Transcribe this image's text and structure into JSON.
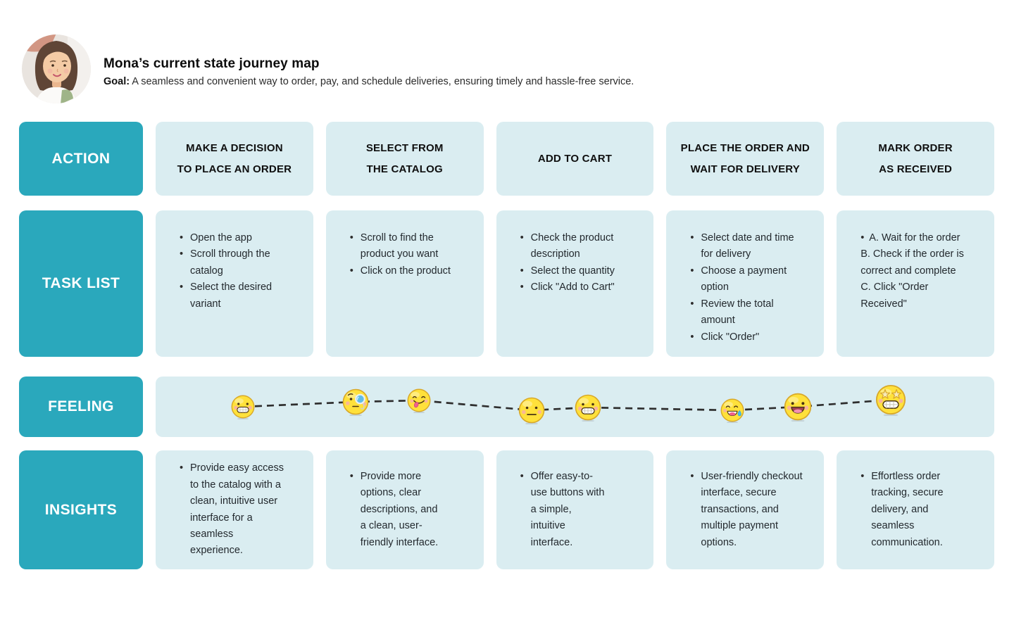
{
  "header": {
    "title": "Mona’s current state journey map",
    "goal_label": "Goal:",
    "goal_text": "A seamless and convenient way to order, pay, and schedule deliveries, ensuring timely and hassle-free service."
  },
  "rows": {
    "action": {
      "label": "ACTION",
      "cards": [
        "MAKE A DECISION\nTO PLACE AN ORDER",
        "SELECT FROM\nTHE CATALOG",
        "ADD TO CART",
        "PLACE THE ORDER AND\nWAIT FOR DELIVERY",
        "MARK ORDER\nAS RECEIVED"
      ]
    },
    "task_list": {
      "label": "TASK LIST",
      "cards": [
        [
          "Open the app",
          "Scroll through the catalog",
          "Select the desired variant"
        ],
        [
          "Scroll to find the product you want",
          "Click on the product"
        ],
        [
          "Check the product description",
          "Select the quantity",
          "Click \"Add to Cart\""
        ],
        [
          "Select date and time for delivery",
          "Choose a payment option",
          "Review the total amount",
          "Click \"Order\""
        ],
        [
          "A. Wait for the order\n B. Check if the order is correct and complete\n C. Click \"Order Received\""
        ]
      ]
    },
    "feeling": {
      "label": "FEELING",
      "emojis": [
        "grinning-teeth",
        "monocle-thinking",
        "tongue-out",
        "neutral",
        "grinning-teeth",
        "sweat-smile",
        "big-open-smile",
        "star-struck"
      ]
    },
    "insights": {
      "label": "INSIGHTS",
      "cards": [
        [
          "Provide easy access to the catalog with a clean, intuitive user interface for a seamless experience."
        ],
        [
          "Provide more options, clear descriptions, and a clean, user-friendly interface."
        ],
        [
          "Offer easy-to-use buttons with a simple, intuitive interface."
        ],
        [
          "User-friendly checkout interface, secure transactions, and multiple payment options."
        ],
        [
          "Effortless order tracking, secure delivery, and seamless communication."
        ]
      ]
    }
  },
  "colors": {
    "accent_teal": "#2AA8BC",
    "card_light": "#DAEDF1",
    "emoji_yellow": "#FFE13B"
  }
}
